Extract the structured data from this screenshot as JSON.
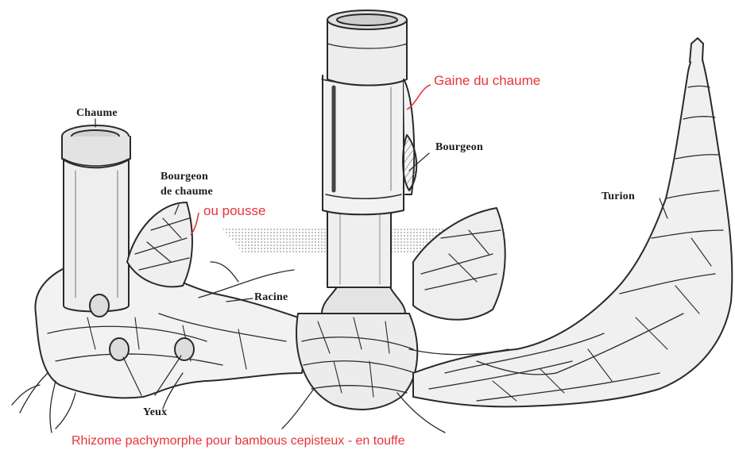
{
  "labels": {
    "chaume": "Chaume",
    "bourgeon_de_chaume_line1": "Bourgeon",
    "bourgeon_de_chaume_line2": "de chaume",
    "ou_pousse": "ou pousse",
    "gaine_du_chaume": "Gaine du chaume",
    "bourgeon": "Bourgeon",
    "turion": "Turion",
    "racine": "Racine",
    "yeux": "Yeux"
  },
  "caption": "Rhizome pachymorphe pour bambous cepisteux - en touffe",
  "colors": {
    "annotation_red": "#e8323a",
    "ink": "#2a2a2a",
    "background": "#ffffff"
  }
}
